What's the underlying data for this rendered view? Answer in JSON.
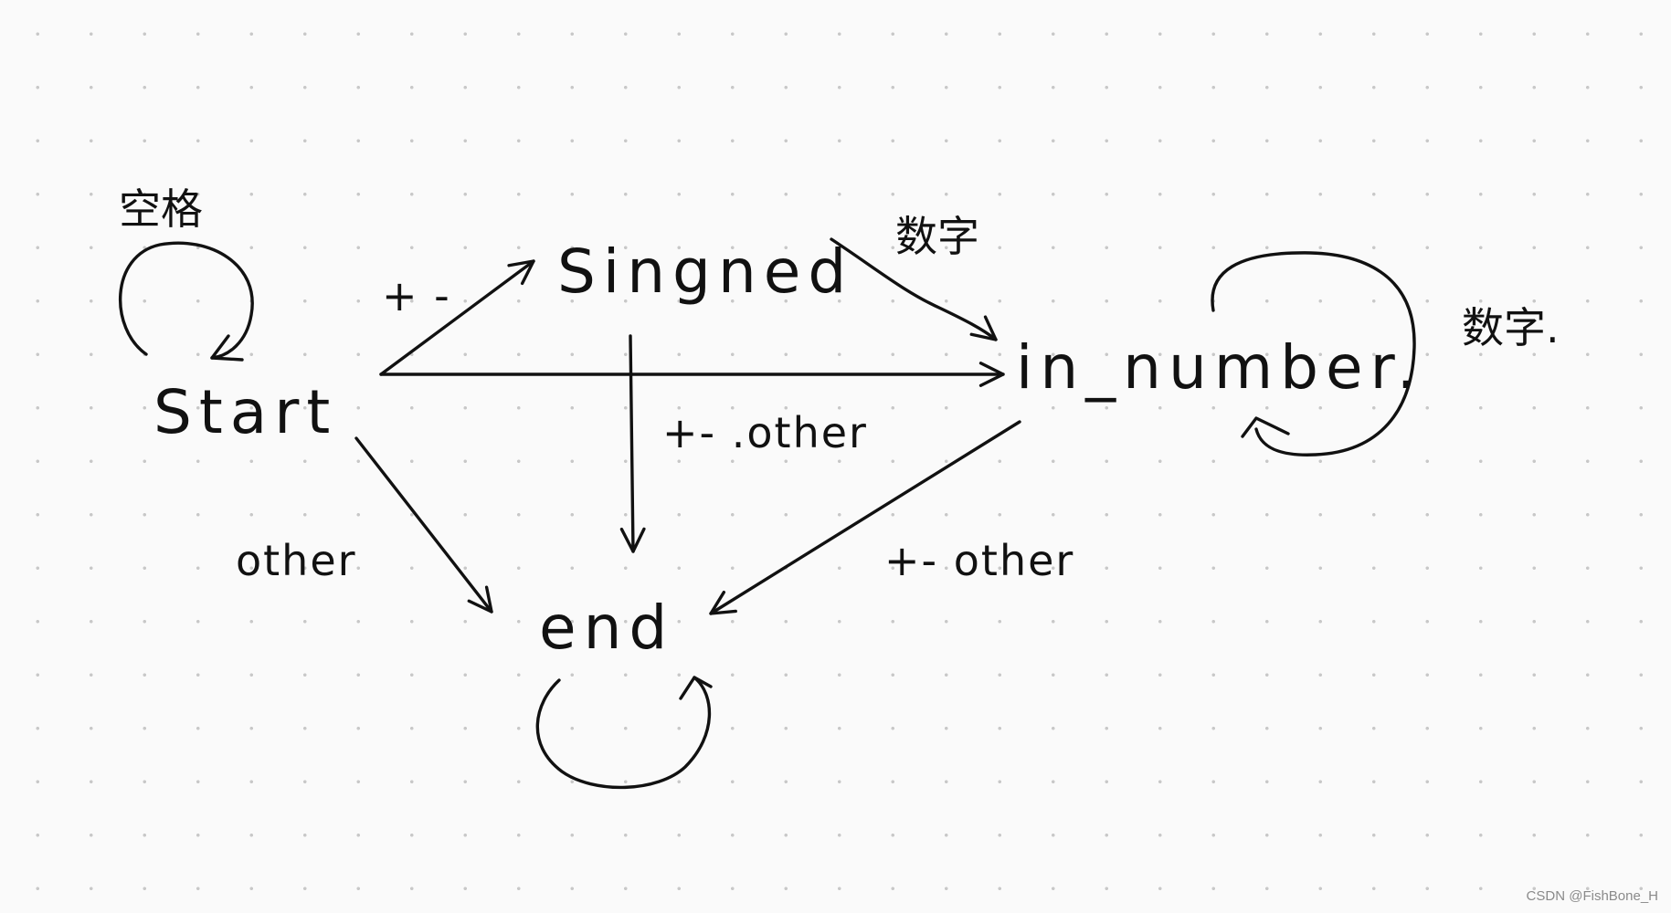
{
  "states": {
    "start": "Start",
    "signed": "Singned",
    "in_number": "in_number.",
    "end": "end"
  },
  "edges": {
    "start_to_signed": "+ -",
    "signed_to_end": "+- .other",
    "start_to_end": "other",
    "in_number_to_end": "+- other"
  },
  "loops": {
    "start_self": "空格",
    "signed_to_in_number": "数字",
    "in_number_self": "数字."
  },
  "watermark": "CSDN @FishBone_H",
  "colors": {
    "ink": "#111111",
    "background": "#fafafa",
    "dots": "#c8c8c8"
  }
}
